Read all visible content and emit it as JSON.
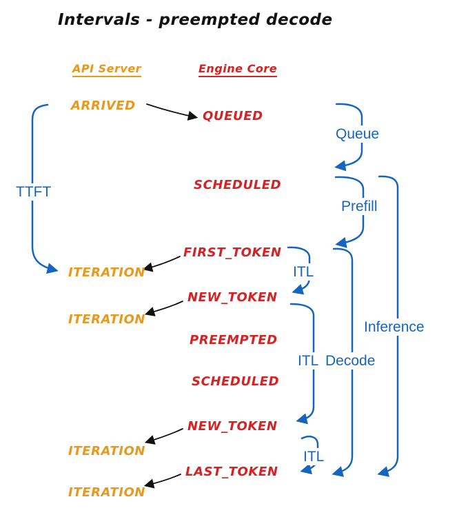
{
  "colors": {
    "orange": "#e8991c",
    "red": "#d62222",
    "blue": "#1565c0",
    "ink": "#111111"
  },
  "title": "Intervals - preempted decode",
  "columns": {
    "api_server": "API Server",
    "engine_core": "Engine Core"
  },
  "api_events": [
    "ARRIVED",
    "ITERATION",
    "ITERATION",
    "ITERATION",
    "ITERATION"
  ],
  "engine_events": [
    "QUEUED",
    "SCHEDULED",
    "FIRST_TOKEN",
    "NEW_TOKEN",
    "PREEMPTED",
    "SCHEDULED",
    "NEW_TOKEN",
    "LAST_TOKEN"
  ],
  "intervals": {
    "ttft": "TTFT",
    "queue": "Queue",
    "prefill": "Prefill",
    "itl_1": "ITL",
    "itl_2": "ITL",
    "decode": "Decode",
    "inference": "Inference",
    "itl_3": "ITL"
  }
}
